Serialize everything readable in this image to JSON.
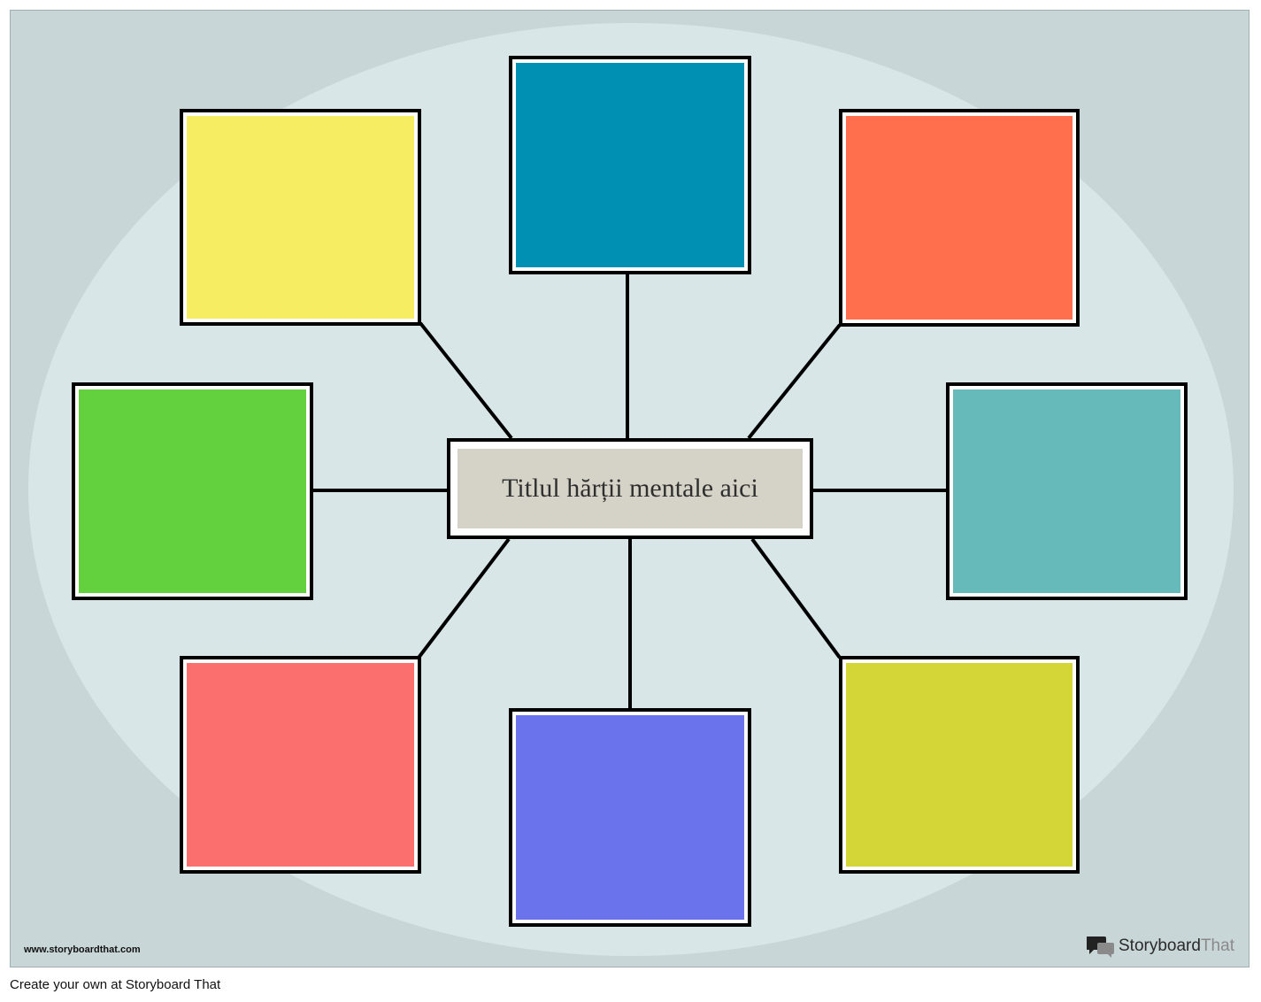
{
  "diagram": {
    "title": "Titlul hărții mentale aici",
    "center_fill": "#d5d3c7",
    "nodes": [
      {
        "name": "node-top-left",
        "color": "#f7ed62"
      },
      {
        "name": "node-top",
        "color": "#0090b3"
      },
      {
        "name": "node-top-right",
        "color": "#ff6f4d"
      },
      {
        "name": "node-left",
        "color": "#63d13e"
      },
      {
        "name": "node-right",
        "color": "#66baba"
      },
      {
        "name": "node-bottom-left",
        "color": "#fb6f6f"
      },
      {
        "name": "node-bottom",
        "color": "#6a73ec"
      },
      {
        "name": "node-bottom-right",
        "color": "#d4d637"
      }
    ]
  },
  "watermark": {
    "url": "www.storyboardthat.com",
    "brand_bold": "Storyboard",
    "brand_light": "That",
    "logo_icon": "speech-bubbles-icon"
  },
  "footer": {
    "text": "Create your own at Storyboard That"
  }
}
